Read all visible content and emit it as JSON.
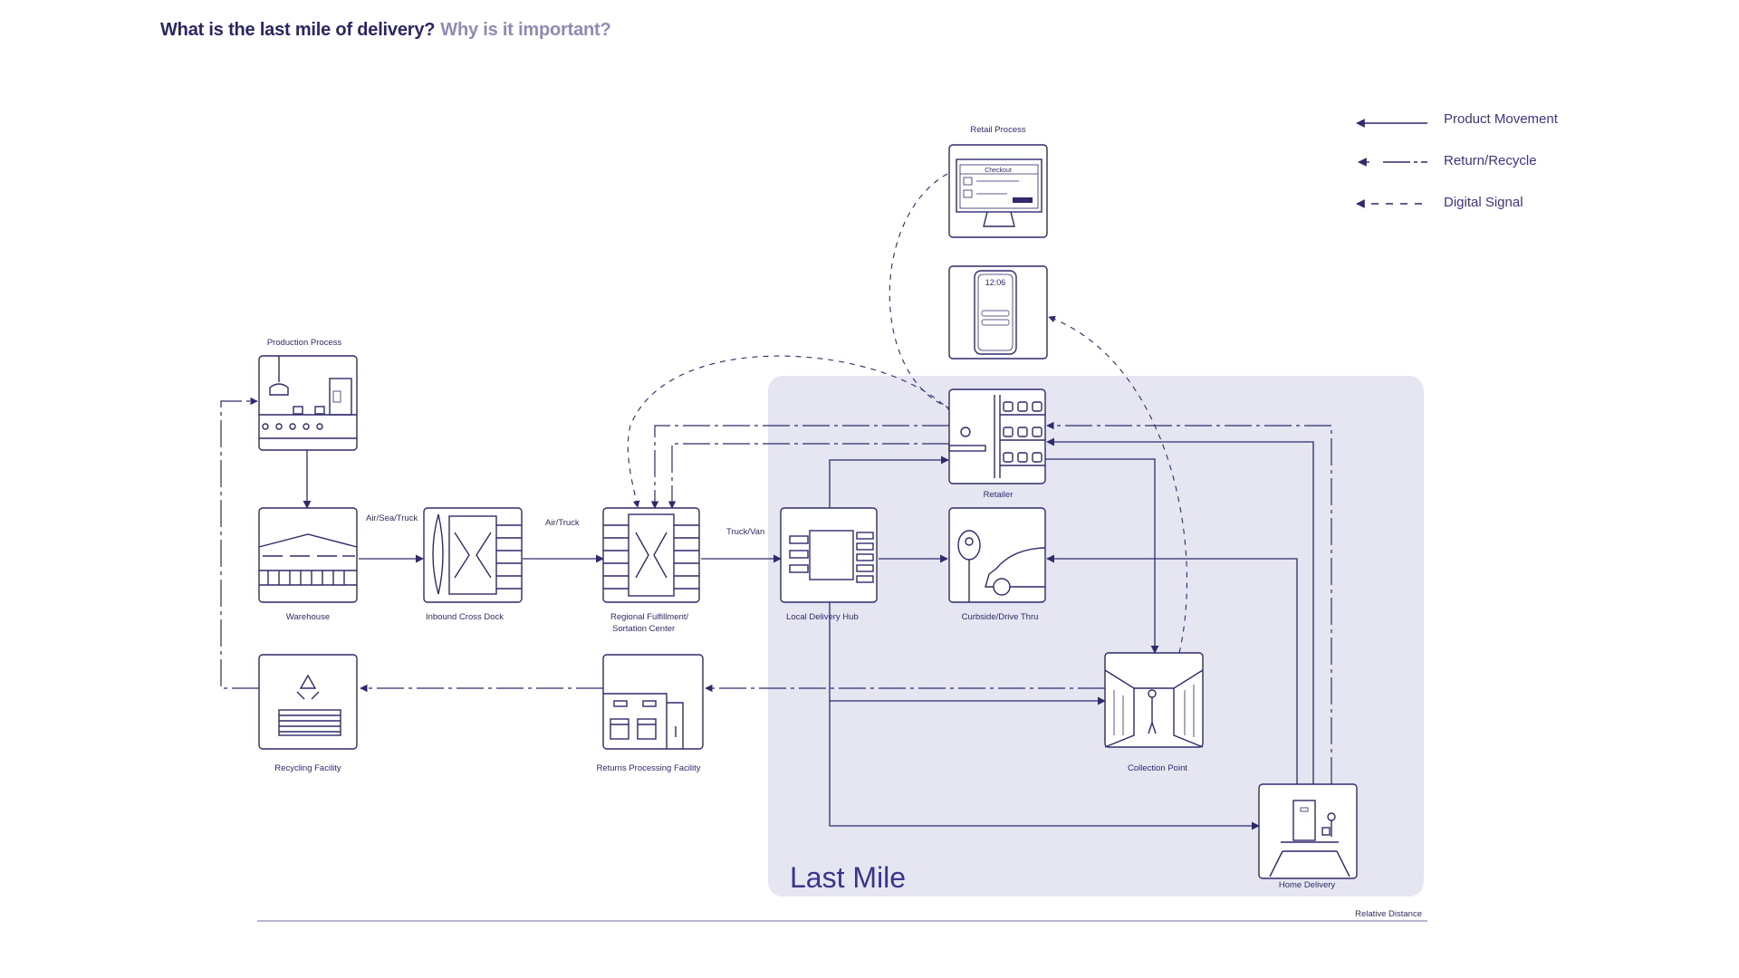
{
  "header": {
    "title": "What is the last mile of delivery?",
    "subtitle": "Why is it important?"
  },
  "legend": {
    "product_movement": "Product Movement",
    "return_recycle": "Return/Recycle",
    "digital_signal": "Digital Signal"
  },
  "region": {
    "label": "Last Mile"
  },
  "nodes": {
    "retail_process": "Retail Process",
    "checkout": "Checkout",
    "phone_time": "12:06",
    "production_process": "Production Process",
    "retailer": "Retailer",
    "warehouse": "Warehouse",
    "inbound_cross_dock": "Inbound Cross Dock",
    "regional_line1": "Regional Fulfillment/",
    "regional_line2": "Sortation Center",
    "local_delivery_hub": "Local Delivery Hub",
    "curbside": "Curbside/Drive Thru",
    "recycling_facility": "Recycling Facility",
    "returns_processing": "Returns Processing Facility",
    "collection_point": "Collection Point",
    "home_delivery": "Home Delivery"
  },
  "edges": {
    "air_sea_truck": "Air/Sea/Truck",
    "air_truck": "Air/Truck",
    "truck_van": "Truck/Van"
  },
  "axis": {
    "relative_distance": "Relative Distance"
  },
  "colors": {
    "ink": "#2e2a6b",
    "region_fill": "#e6e6f2"
  }
}
